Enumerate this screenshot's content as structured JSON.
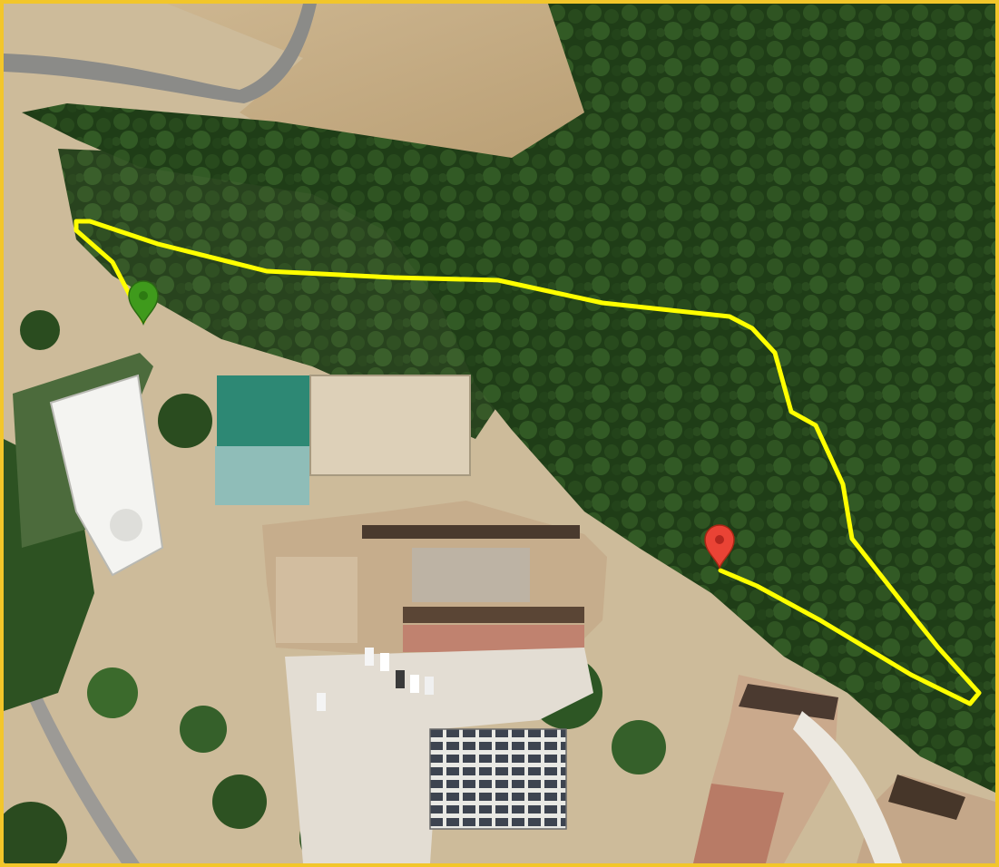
{
  "map": {
    "type": "satellite",
    "frame_color": "#f2c62a",
    "route_color": "#ffff00",
    "markers": [
      {
        "name": "start-marker",
        "icon": "green-map-pin",
        "color": "#3f9a1c"
      },
      {
        "name": "end-marker",
        "icon": "red-map-pin",
        "color": "#ea4335"
      }
    ]
  }
}
